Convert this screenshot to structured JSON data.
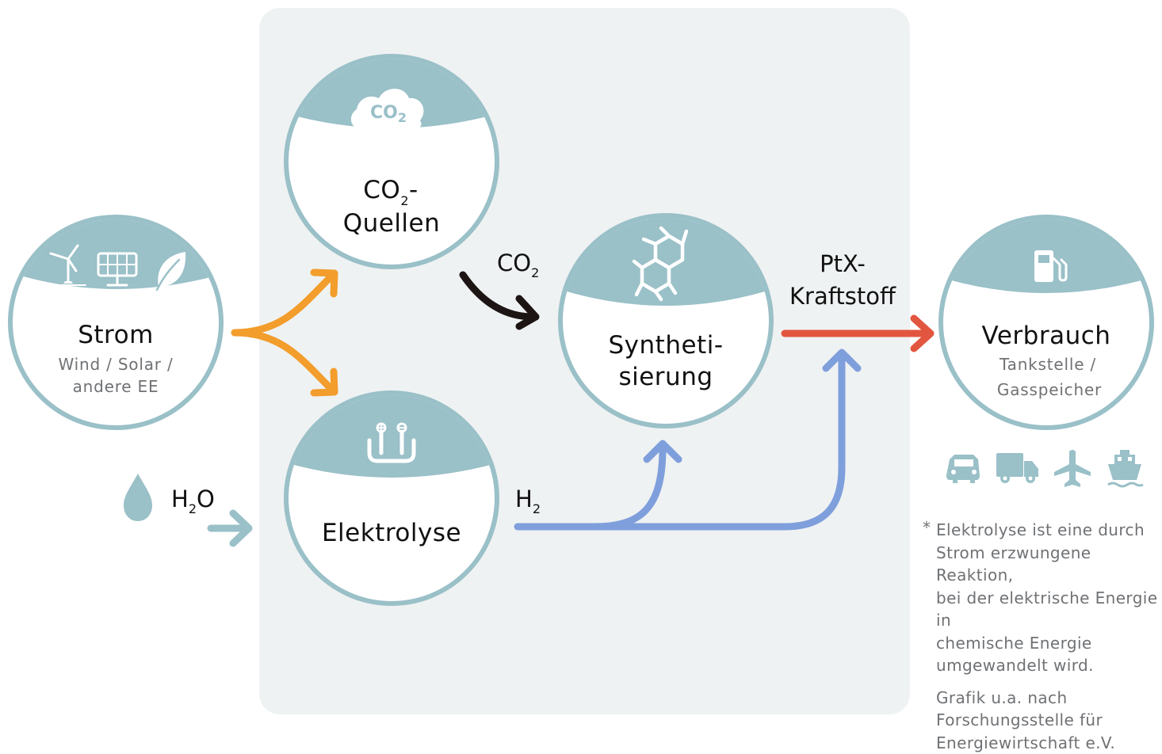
{
  "colors": {
    "panel": "#eff2f2",
    "node_top": "#9ac0c8",
    "node_ring": "#9ac0c8",
    "arrow_orange": "#f29d2c",
    "arrow_black": "#1d1414",
    "arrow_red": "#e2563f",
    "arrow_blue": "#7f9fdc",
    "arrow_water": "#9ac0c8",
    "gray_text": "#6f7174"
  },
  "nodes": {
    "strom": {
      "title": "Strom",
      "sub1": "Wind / Solar /",
      "sub2": "andere EE",
      "icons": [
        "wind-turbine-icon",
        "solar-panel-icon",
        "leaf-icon"
      ]
    },
    "co2_quellen": {
      "title_main": "CO",
      "title_sub": "2",
      "title_dash": "-",
      "title_line2": "Quellen",
      "icon": "co2-cloud-icon",
      "icon_label": "CO",
      "icon_label_sub": "2"
    },
    "elektrolyse": {
      "title": "Elektrolyse",
      "icon": "electrolysis-icon"
    },
    "synthetisierung": {
      "title_line1": "Syntheti-",
      "title_line2": "sierung",
      "icon": "molecule-icon"
    },
    "verbrauch": {
      "title": "Verbrauch",
      "sub1": "Tankstelle /",
      "sub2": "Gasspeicher",
      "icon": "fuel-pump-icon"
    }
  },
  "edge_labels": {
    "co2": {
      "main": "CO",
      "sub": "2"
    },
    "h2": {
      "main": "H",
      "sub": "2"
    },
    "h2o": {
      "main": "H",
      "sub": "2",
      "tail": "O"
    },
    "ptx": {
      "line1": "PtX-",
      "line2": "Kraftstoff"
    }
  },
  "vehicles": [
    "car-icon",
    "truck-icon",
    "airplane-icon",
    "ship-icon"
  ],
  "water_icon": "water-drop-icon",
  "footnote": {
    "star": "*",
    "text": "Elektrolyse ist eine durch\nStrom erzwungene Reaktion,\nbei der elektrische Energie in\nchemische Energie\numgewandelt wird.",
    "source": "Grafik u.a. nach\nForschungsstelle für\nEnergiewirtschaft e.V."
  }
}
